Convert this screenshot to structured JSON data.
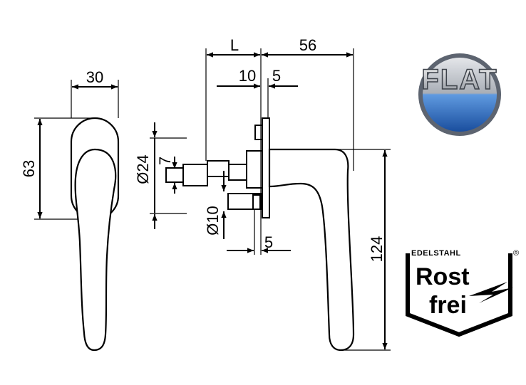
{
  "dimensions": {
    "width_30": "30",
    "height_63": "63",
    "offset_L": "L",
    "length_56": "56",
    "d_10_top": "10",
    "d_5_top": "5",
    "diameter_24": "Ø24",
    "square_7": "7",
    "diameter_10": "Ø10",
    "d_5_bottom": "5",
    "height_124": "124"
  },
  "logos": {
    "flat": {
      "text": "FLAT",
      "colors": {
        "top": "#c9ccd2",
        "bottom": "#2a63b8",
        "ring": "#5d6470"
      }
    },
    "rostfrei": {
      "header": "EDELSTAHL",
      "registered": "®",
      "line1": "Rost",
      "line2": "frei"
    }
  },
  "colors": {
    "line": "#000000",
    "background": "#ffffff"
  }
}
